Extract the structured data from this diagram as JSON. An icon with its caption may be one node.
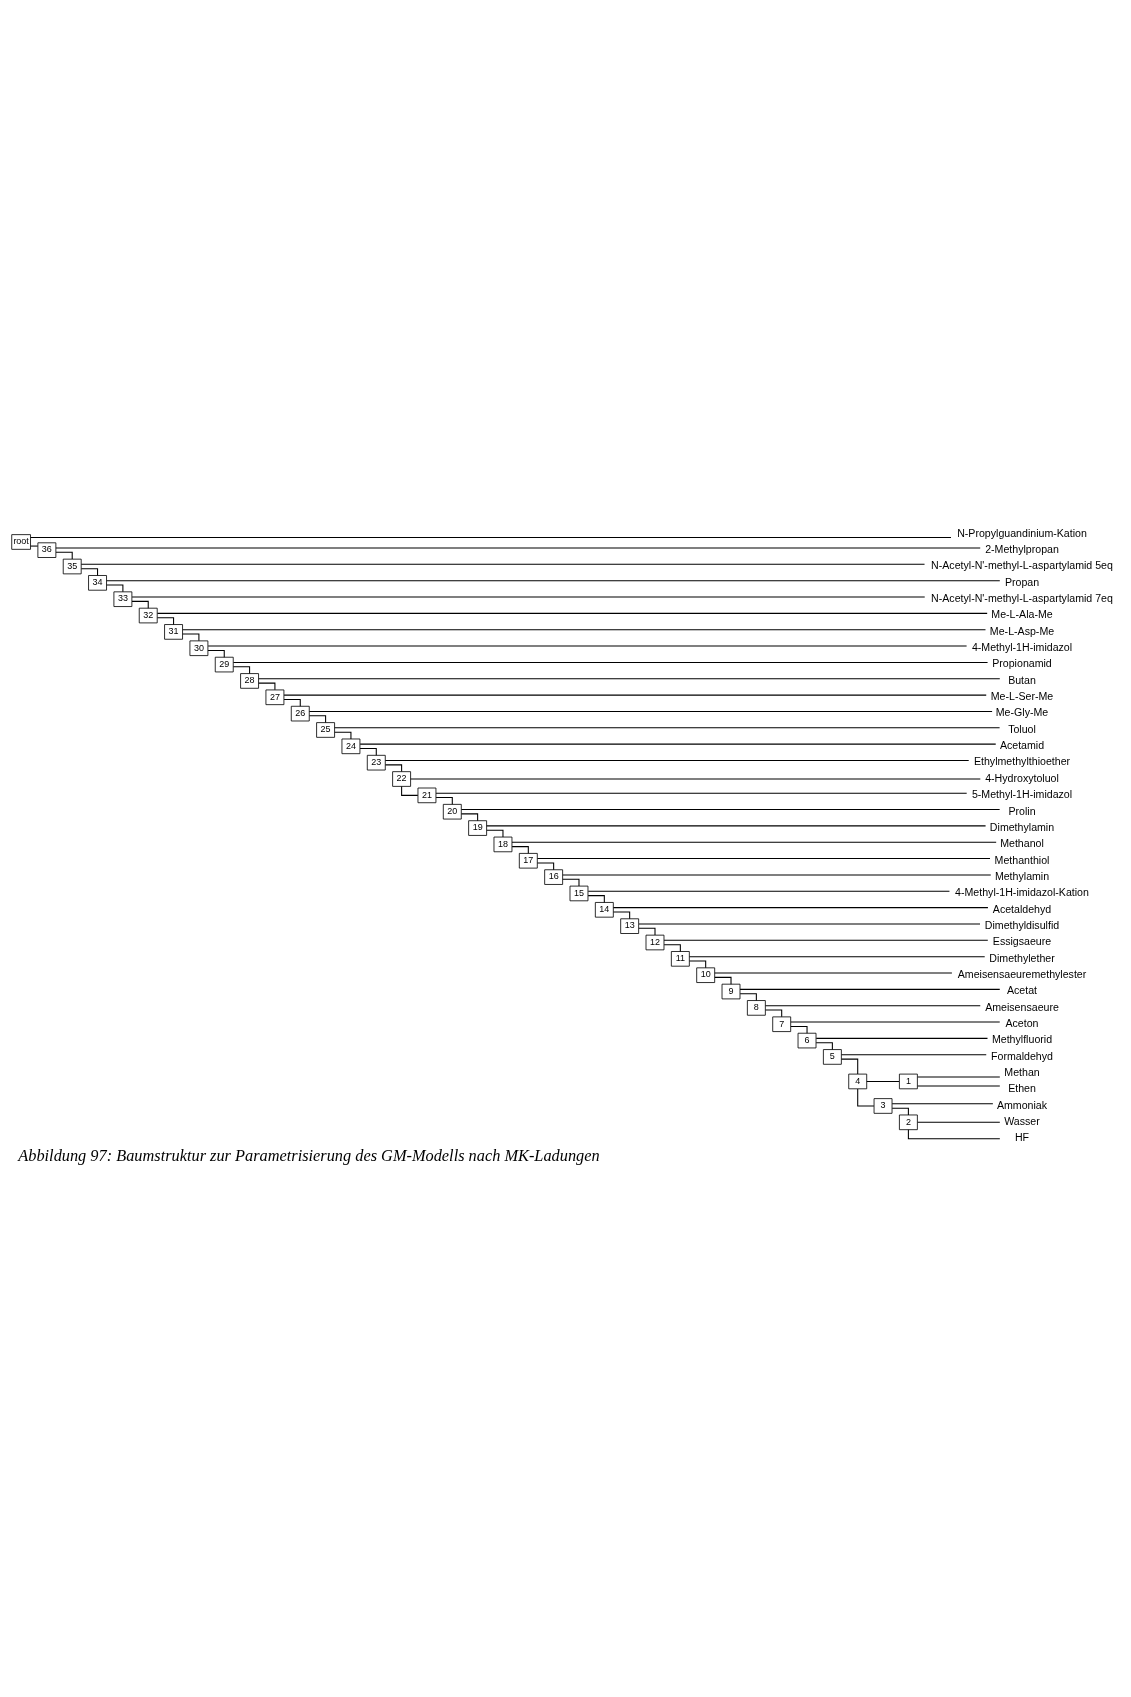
{
  "diagram": {
    "caption": "Abbildung 97: Baumstruktur zur Parametrisierung des GM-Modells nach MK-Ladungen",
    "nodes": [
      {
        "text": [
          "N-Propylguandinium-Kation"
        ]
      },
      {
        "text": [
          "2-Methylpropan"
        ]
      },
      {
        "text": [
          "N-Acetyl-N'-methyl-L-aspartylamid 5eq"
        ]
      },
      {
        "text": [
          "Propan"
        ]
      },
      {
        "text": [
          "N-Acetyl-N'-methyl-L-aspartylamid 7eq"
        ]
      },
      {
        "text": [
          "Me-L-Ala-Me"
        ]
      },
      {
        "text": [
          "Me-L-Asp-Me"
        ]
      },
      {
        "text": [
          "4-Methyl-1H-imidazol"
        ]
      },
      {
        "text": [
          "Propionamid"
        ]
      },
      {
        "text": [
          "Butan"
        ]
      },
      {
        "text": [
          "Me-L-Ser-Me"
        ]
      },
      {
        "text": [
          "Me-Gly-Me"
        ]
      },
      {
        "text": [
          "Toluol"
        ]
      },
      {
        "text": [
          "Acetamid"
        ]
      },
      {
        "text": [
          "Ethylmethylthioether"
        ]
      },
      {
        "text": [
          "4-Hydroxytoluol"
        ]
      },
      {
        "text": [
          "5-Methyl-1H-imidazol"
        ]
      },
      {
        "text": [
          "Prolin"
        ]
      },
      {
        "text": [
          "Dimethylamin"
        ]
      },
      {
        "text": [
          "Methanol"
        ]
      },
      {
        "text": [
          "Methanthiol"
        ]
      },
      {
        "text": [
          "Methylamin"
        ]
      },
      {
        "text": [
          "4-Methyl-1H-imidazol-Kation"
        ]
      },
      {
        "text": [
          "Acetaldehyd"
        ]
      },
      {
        "text": [
          "Dimethyldisulfid"
        ]
      },
      {
        "text": [
          "Essigsaeure"
        ]
      },
      {
        "text": [
          "Dimethylether"
        ]
      },
      {
        "text": [
          "Ameisensaeuremethylester"
        ]
      },
      {
        "text": [
          "Acetat"
        ]
      },
      {
        "text": [
          "Ameisensaeure"
        ]
      },
      {
        "text": [
          "Aceton"
        ]
      },
      {
        "text": [
          "Methylfluorid"
        ]
      },
      {
        "text": [
          "Formaldehyd"
        ]
      },
      {
        "text": [
          "Methan"
        ]
      },
      {
        "text": [
          "Ethen"
        ]
      },
      {
        "text": [
          "Ammoniak"
        ]
      },
      {
        "text": [
          "Wasser"
        ]
      },
      {
        "text": [
          "HF"
        ]
      },
      {
        "text": [
          "1"
        ]
      },
      {
        "text": [
          "2"
        ]
      },
      {
        "text": [
          "3"
        ]
      },
      {
        "text": [
          "4"
        ]
      },
      {
        "text": [
          "5"
        ]
      },
      {
        "text": [
          "6"
        ]
      },
      {
        "text": [
          "7"
        ]
      },
      {
        "text": [
          "8"
        ]
      },
      {
        "text": [
          "9"
        ]
      },
      {
        "text": [
          "10"
        ]
      },
      {
        "text": [
          "11"
        ]
      },
      {
        "text": [
          "12"
        ]
      },
      {
        "text": [
          "13"
        ]
      },
      {
        "text": [
          "14"
        ]
      },
      {
        "text": [
          "15"
        ]
      },
      {
        "text": [
          "16"
        ]
      },
      {
        "text": [
          "17"
        ]
      },
      {
        "text": [
          "18"
        ]
      },
      {
        "text": [
          "19"
        ]
      },
      {
        "text": [
          "20"
        ]
      },
      {
        "text": [
          "21"
        ]
      },
      {
        "text": [
          "22"
        ]
      },
      {
        "text": [
          "23"
        ]
      },
      {
        "text": [
          "24"
        ]
      },
      {
        "text": [
          "25"
        ]
      },
      {
        "text": [
          "26"
        ]
      },
      {
        "text": [
          "27"
        ]
      },
      {
        "text": [
          "28"
        ]
      },
      {
        "text": [
          "29"
        ]
      },
      {
        "text": [
          "30"
        ]
      },
      {
        "text": [
          "31"
        ]
      },
      {
        "text": [
          "32"
        ]
      },
      {
        "text": [
          "33"
        ]
      },
      {
        "text": [
          "34"
        ]
      },
      {
        "text": [
          "35"
        ]
      },
      {
        "text": [
          "36"
        ]
      },
      {
        "text": [
          "root"
        ]
      }
    ],
    "edges": [
      {
        "from": 74,
        "to": 0,
        "arrow": "none"
      },
      {
        "from": 74,
        "to": 73,
        "arrow": "none"
      },
      {
        "from": 73,
        "to": 1,
        "arrow": "none"
      },
      {
        "from": 73,
        "to": 72,
        "arrow": "none"
      },
      {
        "from": 72,
        "to": 2,
        "arrow": "none"
      },
      {
        "from": 72,
        "to": 71,
        "arrow": "none"
      },
      {
        "from": 71,
        "to": 3,
        "arrow": "none"
      },
      {
        "from": 71,
        "to": 70,
        "arrow": "none"
      },
      {
        "from": 70,
        "to": 4,
        "arrow": "none"
      },
      {
        "from": 70,
        "to": 69,
        "arrow": "none"
      },
      {
        "from": 69,
        "to": 5,
        "arrow": "none"
      },
      {
        "from": 69,
        "to": 68,
        "arrow": "none"
      },
      {
        "from": 68,
        "to": 6,
        "arrow": "none"
      },
      {
        "from": 68,
        "to": 67,
        "arrow": "none"
      },
      {
        "from": 67,
        "to": 7,
        "arrow": "none"
      },
      {
        "from": 67,
        "to": 66,
        "arrow": "none"
      },
      {
        "from": 66,
        "to": 8,
        "arrow": "none"
      },
      {
        "from": 66,
        "to": 65,
        "arrow": "none"
      },
      {
        "from": 65,
        "to": 9,
        "arrow": "none"
      },
      {
        "from": 65,
        "to": 64,
        "arrow": "none"
      },
      {
        "from": 64,
        "to": 10,
        "arrow": "none"
      },
      {
        "from": 64,
        "to": 63,
        "arrow": "none"
      },
      {
        "from": 63,
        "to": 11,
        "arrow": "none"
      },
      {
        "from": 63,
        "to": 62,
        "arrow": "none"
      },
      {
        "from": 62,
        "to": 12,
        "arrow": "none"
      },
      {
        "from": 62,
        "to": 61,
        "arrow": "none"
      },
      {
        "from": 61,
        "to": 13,
        "arrow": "none"
      },
      {
        "from": 61,
        "to": 60,
        "arrow": "none"
      },
      {
        "from": 60,
        "to": 14,
        "arrow": "none"
      },
      {
        "from": 60,
        "to": 59,
        "arrow": "none"
      },
      {
        "from": 59,
        "to": 15,
        "arrow": "none"
      },
      {
        "from": 59,
        "to": 58,
        "arrow": "none"
      },
      {
        "from": 58,
        "to": 16,
        "arrow": "none"
      },
      {
        "from": 58,
        "to": 57,
        "arrow": "none"
      },
      {
        "from": 57,
        "to": 17,
        "arrow": "none"
      },
      {
        "from": 57,
        "to": 56,
        "arrow": "none"
      },
      {
        "from": 56,
        "to": 18,
        "arrow": "none"
      },
      {
        "from": 56,
        "to": 55,
        "arrow": "none"
      },
      {
        "from": 55,
        "to": 19,
        "arrow": "none"
      },
      {
        "from": 55,
        "to": 54,
        "arrow": "none"
      },
      {
        "from": 54,
        "to": 20,
        "arrow": "none"
      },
      {
        "from": 54,
        "to": 53,
        "arrow": "none"
      },
      {
        "from": 53,
        "to": 21,
        "arrow": "none"
      },
      {
        "from": 53,
        "to": 52,
        "arrow": "none"
      },
      {
        "from": 52,
        "to": 22,
        "arrow": "none"
      },
      {
        "from": 52,
        "to": 51,
        "arrow": "none"
      },
      {
        "from": 51,
        "to": 23,
        "arrow": "none"
      },
      {
        "from": 51,
        "to": 50,
        "arrow": "none"
      },
      {
        "from": 50,
        "to": 24,
        "arrow": "none"
      },
      {
        "from": 50,
        "to": 49,
        "arrow": "none"
      },
      {
        "from": 49,
        "to": 25,
        "arrow": "none"
      },
      {
        "from": 49,
        "to": 48,
        "arrow": "none"
      },
      {
        "from": 48,
        "to": 26,
        "arrow": "none"
      },
      {
        "from": 48,
        "to": 47,
        "arrow": "none"
      },
      {
        "from": 47,
        "to": 27,
        "arrow": "none"
      },
      {
        "from": 47,
        "to": 46,
        "arrow": "none"
      },
      {
        "from": 46,
        "to": 28,
        "arrow": "none"
      },
      {
        "from": 46,
        "to": 45,
        "arrow": "none"
      },
      {
        "from": 45,
        "to": 29,
        "arrow": "none"
      },
      {
        "from": 45,
        "to": 44,
        "arrow": "none"
      },
      {
        "from": 44,
        "to": 30,
        "arrow": "none"
      },
      {
        "from": 44,
        "to": 43,
        "arrow": "none"
      },
      {
        "from": 43,
        "to": 31,
        "arrow": "none"
      },
      {
        "from": 43,
        "to": 42,
        "arrow": "none"
      },
      {
        "from": 42,
        "to": 32,
        "arrow": "none"
      },
      {
        "from": 42,
        "to": 41,
        "arrow": "none"
      },
      {
        "from": 41,
        "to": 38,
        "arrow": "none"
      },
      {
        "from": 41,
        "to": 40,
        "arrow": "none"
      },
      {
        "from": 38,
        "to": 33,
        "arrow": "none"
      },
      {
        "from": 38,
        "to": 34,
        "arrow": "none"
      },
      {
        "from": 40,
        "to": 35,
        "arrow": "none"
      },
      {
        "from": 40,
        "to": 39,
        "arrow": "none"
      },
      {
        "from": 39,
        "to": 36,
        "arrow": "none"
      },
      {
        "from": 39,
        "to": 37,
        "arrow": "none"
      }
    ]
  }
}
